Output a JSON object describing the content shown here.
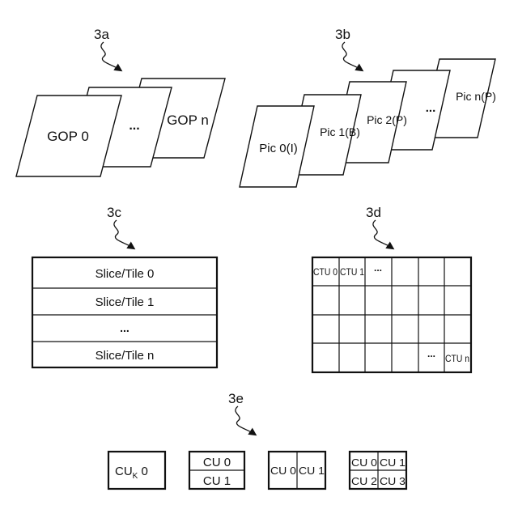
{
  "figure_labels": {
    "a": "3a",
    "b": "3b",
    "c": "3c",
    "d": "3d",
    "e": "3e"
  },
  "gop": {
    "first": "GOP 0",
    "ellipsis": "...",
    "last": "GOP n"
  },
  "pictures": [
    "Pic 0(I)",
    "Pic 1(B)",
    "Pic 2(P)",
    "...",
    "Pic n(P)"
  ],
  "slices": [
    "Slice/Tile 0",
    "Slice/Tile 1",
    "...",
    "Slice/Tile n"
  ],
  "ctu": {
    "first": "CTU 0",
    "second": "CTU 1",
    "ellipsis_top": "...",
    "ellipsis_bottom": "...",
    "last": "CTU n"
  },
  "cu": {
    "single_base": "CU",
    "single_sub": "K",
    "single_num": " 0",
    "horizontal": [
      "CU 0",
      "CU 1"
    ],
    "vertical": [
      "CU 0",
      "CU 1"
    ],
    "quad": [
      "CU 0",
      "CU 1",
      "CU 2",
      "CU 3"
    ]
  }
}
